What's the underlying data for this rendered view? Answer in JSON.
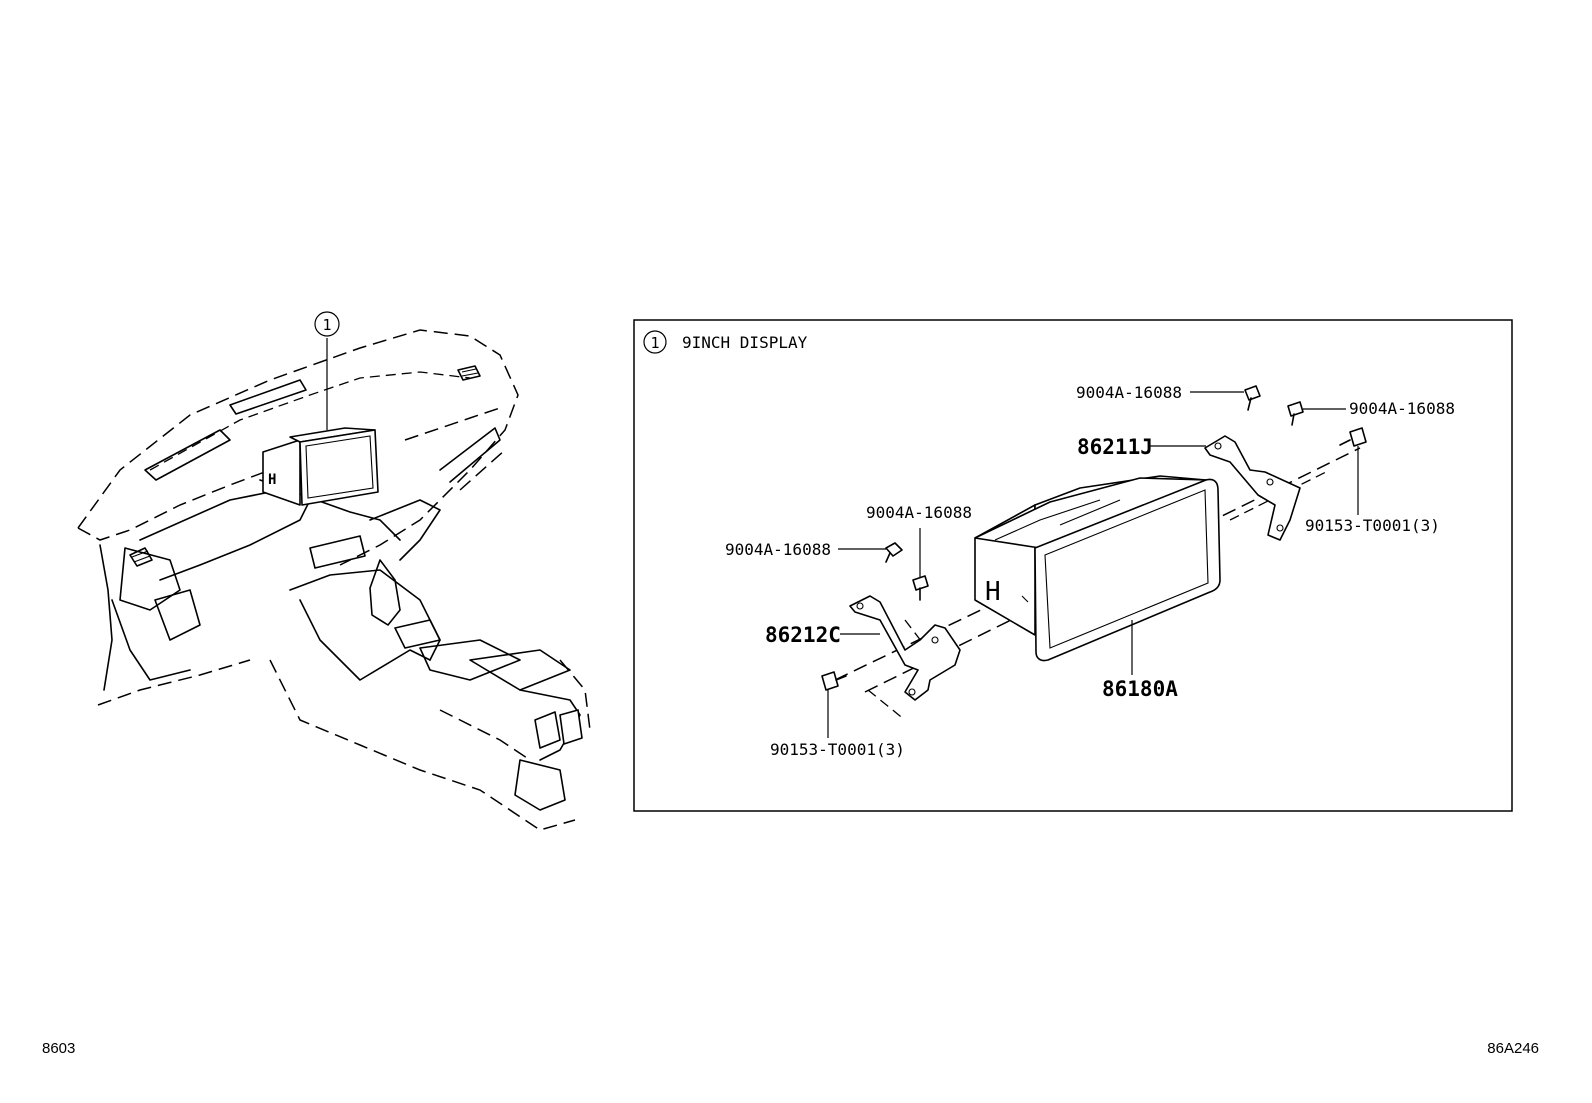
{
  "page": {
    "code_left": "8603",
    "code_right": "86A246"
  },
  "overview": {
    "callout_number": "1"
  },
  "detail": {
    "callout_number": "1",
    "title": "9INCH DISPLAY",
    "parts": {
      "p_86180A": "86180A",
      "p_86211J": "86211J",
      "p_86212C": "86212C",
      "bolt_tl_1": "9004A-16088",
      "bolt_tl_2": "9004A-16088",
      "bolt_tr_1": "9004A-16088",
      "bolt_tr_2": "9004A-16088",
      "screw_r": "90153-T0001(3)",
      "screw_l": "90153-T0001(3)"
    }
  }
}
